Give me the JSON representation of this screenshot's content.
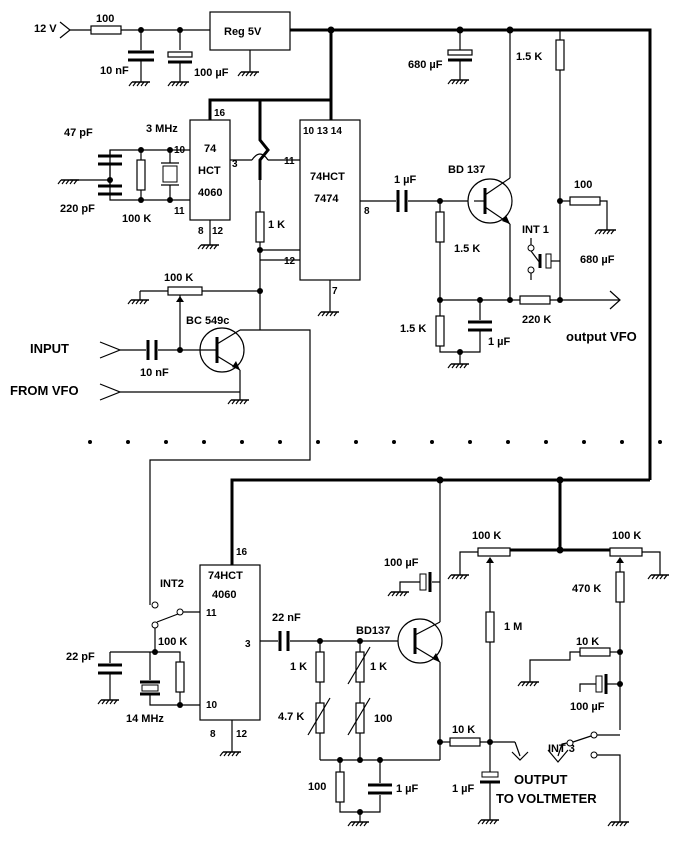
{
  "supply": {
    "voltage": "12 V"
  },
  "regulator": {
    "label": "Reg 5V"
  },
  "top": {
    "r_in": "100",
    "c_in": "10 nF",
    "c_reg": "100 µF",
    "c_out": "680 µF",
    "c_xtal1": "47 pF",
    "c_xtal2": "220 pF",
    "xtal": "3 MHz",
    "r_xtal": "100 K",
    "ic1": {
      "line1": "74",
      "line2": "HCT",
      "line3": "4060",
      "pins": [
        "16",
        "10",
        "3",
        "11",
        "8",
        "12"
      ]
    },
    "ic2": {
      "line1": "74HCT",
      "line2": "7474",
      "pins": [
        "10 13 14",
        "11",
        "12",
        "8",
        "7"
      ]
    },
    "r_1k": "1 K",
    "pot": "100 K",
    "transistor": "BC 549c",
    "input1": "INPUT",
    "input2": "FROM VFO",
    "c_input": "10 nF",
    "c_coupling": "1 µF",
    "bd": "BD 137",
    "r_base1": "1.5 K",
    "r_base2": "1.5 K",
    "c_emitter": "1 µF",
    "r_collector": "1.5 K",
    "r_100": "100",
    "switch": "INT 1",
    "c_680": "680 µF",
    "r_220k": "220 K",
    "output": "output VFO"
  },
  "bottom": {
    "ic": {
      "line1": "74HCT",
      "line2": "4060",
      "pins": [
        "16",
        "11",
        "3",
        "10",
        "8",
        "12"
      ]
    },
    "switch": "INT2",
    "c_22pf": "22 pF",
    "r_100k": "100 K",
    "xtal": "14 MHz",
    "c_22nf": "22 nF",
    "c_100uf": "100 µF",
    "bd": "BD137",
    "r_1k_a": "1 K",
    "r_1k_b": "1 K",
    "r_4k7": "4.7 K",
    "r_100_a": "100",
    "r_100_b": "100",
    "c_1uf": "1 µF",
    "pot_a": "100 K",
    "pot_b": "100 K",
    "r_1m": "1 M",
    "r_470k": "470 K",
    "r_10k_a": "10 K",
    "c_100uf_b": "100 µF",
    "r_10k_b": "10 K",
    "c_1uf_b": "1 µF",
    "switch3": "INT 3",
    "output1": "OUTPUT",
    "output2": "TO VOLTMETER"
  }
}
